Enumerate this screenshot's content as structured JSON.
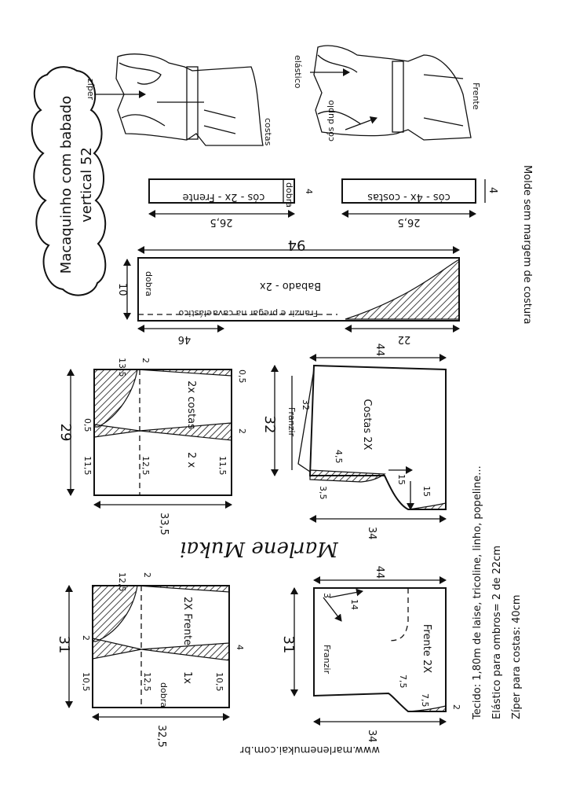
{
  "title": {
    "line1": "Macaquinho com babado",
    "line2": "vertical 52"
  },
  "website": "www.marlenemukai.com.br",
  "signature": "Marlene Mukai",
  "note_side": "Molde sem margem de costura",
  "materials": {
    "fabric": "Tecido: 1,80m de laise, tricoline, linho, popeline...",
    "elastic": "Elástico para ombros= 2 de 22cm",
    "zipper": "Zíper para costas: 40cm"
  },
  "sketches": {
    "back_label": "costas",
    "back_zipper": "zíper",
    "front_label": "Frente",
    "front_elastic": "elástico",
    "front_waist": "cós duplo"
  },
  "cos_front": {
    "label": "cós - 2x - Frente",
    "fold": "dobra",
    "width": "26,5",
    "height": "4"
  },
  "cos_back": {
    "label": "cós - 4x - costas",
    "width": "26,5",
    "height": "4"
  },
  "ruffle": {
    "label": "Babado - 2x",
    "fold": "dobra",
    "elastic": "elástico",
    "pleat": "Franzir e pregar na cava",
    "length": "94",
    "height": "10",
    "m_46": "46",
    "m_22": "22"
  },
  "bodice_back": {
    "label_top": "2x costas",
    "label_bottom": "2 x",
    "height": "29",
    "width": "33,5",
    "m_135": "13,5",
    "m_2": "2",
    "m_05a": "0,5",
    "m_05b": "0,5",
    "m_2b": "2",
    "m_115a": "11,5",
    "m_125": "12,5",
    "m_115b": "11,5"
  },
  "bodice_front": {
    "label_top": "2X Frente",
    "label_bottom": "1x",
    "fold": "dobra",
    "height": "31",
    "width": "32,5",
    "m_125a": "12,5",
    "m_2": "2",
    "m_2b": "2",
    "m_4": "4",
    "m_105a": "10,5",
    "m_125b": "12,5",
    "m_105b": "10,5"
  },
  "shorts_back": {
    "label": "Costas 2X",
    "gather": "Franzir",
    "width_top": "44",
    "height": "32",
    "m_32": "32",
    "m_45": "4,5",
    "m_35": "3,5",
    "m_15a": "15",
    "m_15b": "15",
    "width_bottom": "34"
  },
  "shorts_front": {
    "label": "Frente 2X",
    "gather": "Franzir",
    "width_top": "44",
    "height": "31",
    "m_14": "14",
    "m_3": "3",
    "m_75a": "7,5",
    "m_75b": "7,5",
    "m_2": "2",
    "width_bottom": "34"
  }
}
